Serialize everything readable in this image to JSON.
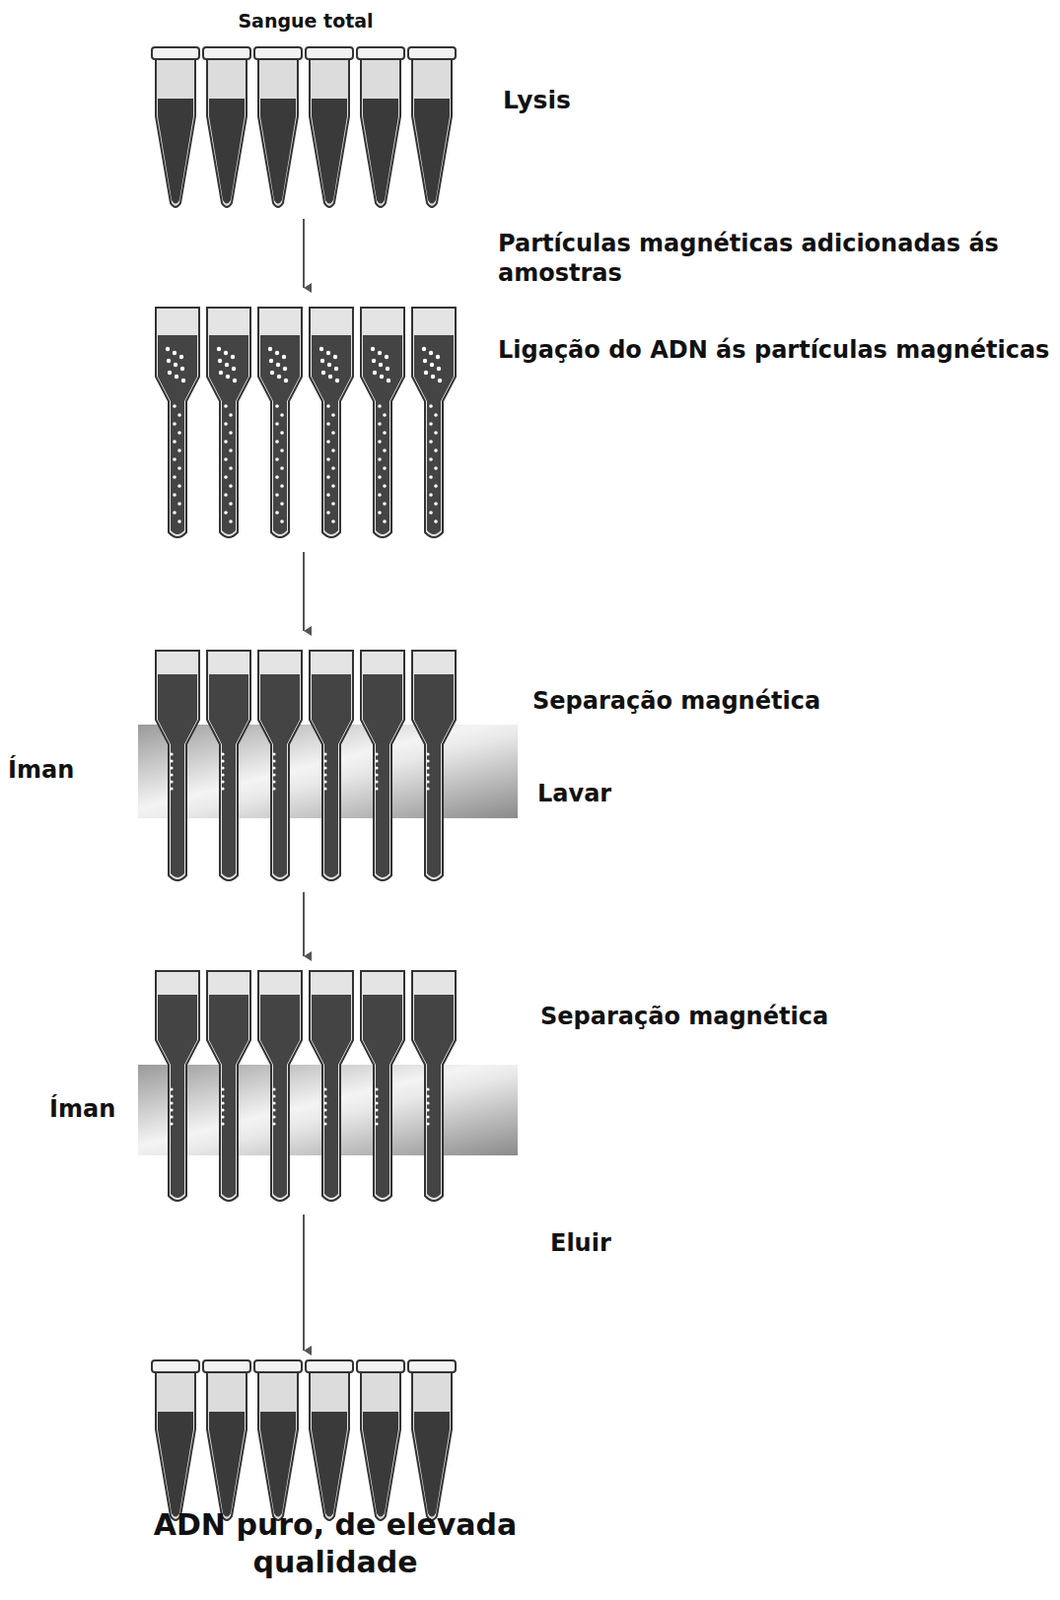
{
  "diagram": {
    "labels": [
      "Sangue total",
      "Lysis",
      "Partículas magnéticas adicionadas ás amostras",
      "Ligação do ADN ás partículas magnéticas",
      "Separação magnética",
      "Íman",
      "Lavar",
      "Separação magnética",
      "Íman",
      "Eluir",
      "ADN puro, de elevada qualidade"
    ]
  }
}
